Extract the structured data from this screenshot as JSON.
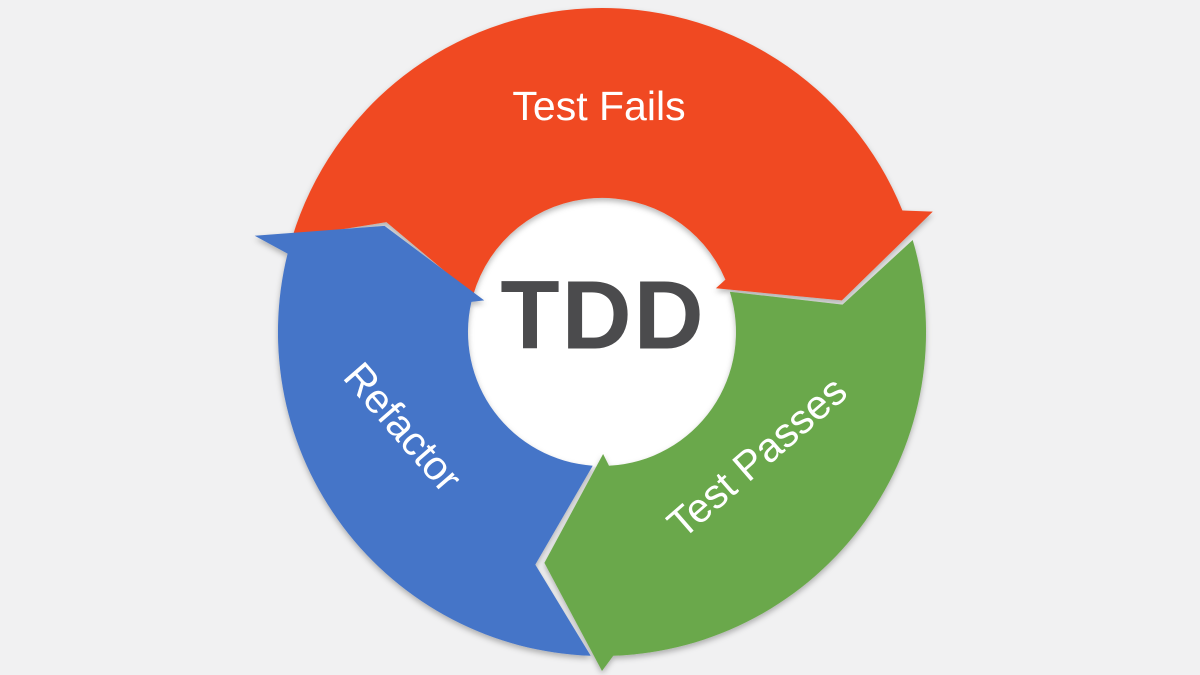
{
  "diagram": {
    "type": "cycle-diagram",
    "background_color": "#f1f1f2",
    "hub": {
      "label": "TDD",
      "label_color": "#4b4b4d",
      "circle_color": "#ffffff"
    },
    "segments": [
      {
        "id": "test-fails",
        "label": "Test Fails",
        "color": "#f04a22",
        "position": "top",
        "label_color": "#ffffff"
      },
      {
        "id": "test-passes",
        "label": "Test Passes",
        "color": "#6ba84b",
        "position": "bottom-right",
        "label_color": "#ffffff"
      },
      {
        "id": "refactor",
        "label": "Refactor",
        "color": "#4574c8",
        "position": "bottom-left",
        "label_color": "#ffffff"
      }
    ],
    "flow_order": [
      "Test Fails",
      "Test Passes",
      "Refactor"
    ],
    "direction": "clockwise"
  }
}
